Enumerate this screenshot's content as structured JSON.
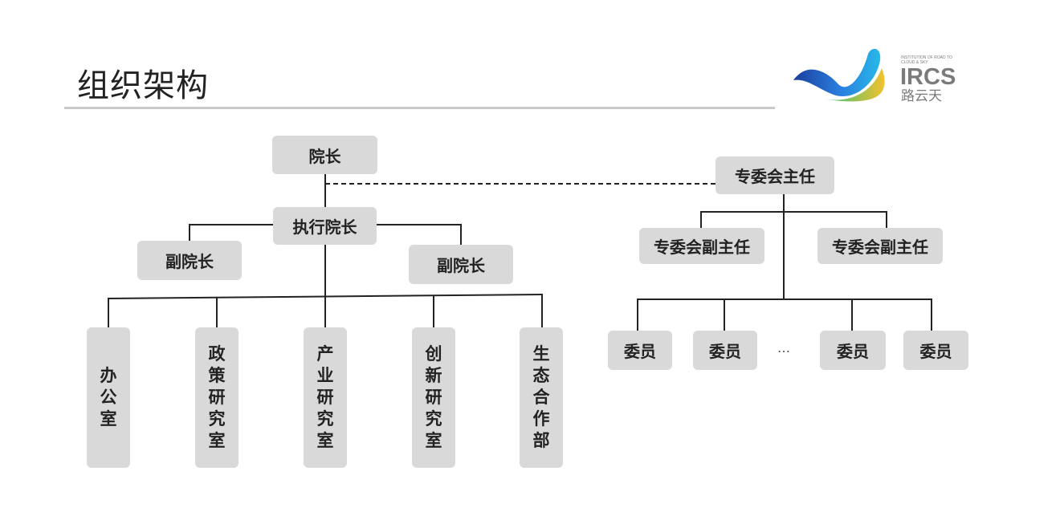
{
  "page": {
    "title": "组织架构"
  },
  "logo": {
    "mark": "IRCS",
    "small_text_1": "INSTITUTION OF ROAD TO",
    "small_text_2": "CLOUD & SKY",
    "cn_text": "路云天",
    "colors": {
      "blue": "#1b4fb0",
      "cyan": "#27b8e8",
      "green": "#35c27a",
      "yellow": "#f2c12e",
      "grey": "#7b7b7b"
    }
  },
  "org": {
    "president": "院长",
    "executive_president": "执行院长",
    "vice_president_left": "副院长",
    "vice_president_right": "副院长",
    "departments": [
      "办公室",
      "政策研究室",
      "产业研究室",
      "创新研究室",
      "生态合作部"
    ],
    "committee_director": "专委会主任",
    "committee_vice_left": "专委会副主任",
    "committee_vice_right": "专委会副主任",
    "members": [
      "委员",
      "委员",
      "委员",
      "委员"
    ],
    "ellipsis": "…"
  }
}
